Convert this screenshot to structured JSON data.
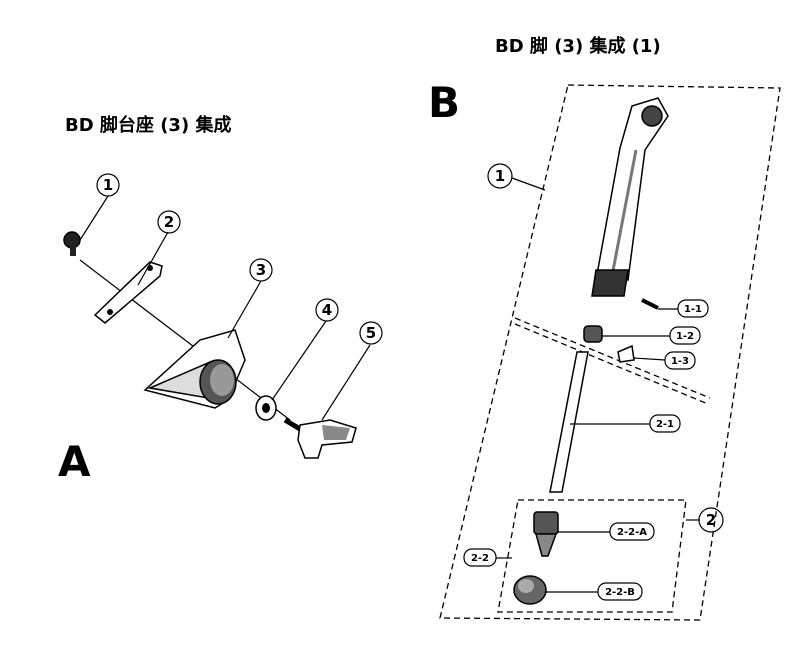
{
  "section_a": {
    "title": "BD 脚台座 (3) 集成",
    "letter": "A",
    "callouts": [
      "1",
      "2",
      "3",
      "4",
      "5"
    ]
  },
  "section_b": {
    "title": "BD 脚 (3) 集成 (1)",
    "letter": "B",
    "group_callouts": [
      "1",
      "2"
    ],
    "part_labels": [
      "1-1",
      "1-2",
      "1-3",
      "2-1",
      "2-2-A",
      "2-2",
      "2-2-B"
    ]
  }
}
